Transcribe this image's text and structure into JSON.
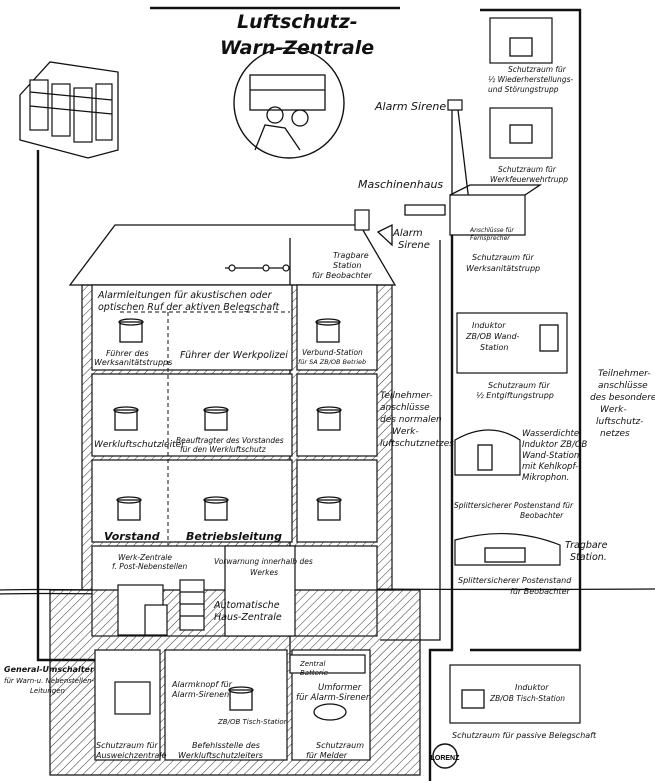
{
  "title": {
    "line1": "Luftschutz-",
    "line2": "Warn-Zentrale"
  },
  "outside": {
    "alarm_sirene_top": "Alarm Sirene",
    "maschinenhaus": "Maschinenhaus",
    "alarm_sirene_roof": [
      "Alarm",
      "Sirene"
    ],
    "anschluss": [
      "Anschlüsse für",
      "Fernsprecher"
    ],
    "werksanitaet": [
      "Schutzraum für",
      "Werksanitätstrupp"
    ]
  },
  "right_column": {
    "wiederherstellung": [
      "Schutzraum für",
      "½ Wiederherstellungs-",
      "und Störungstrupp"
    ],
    "werkfeuerwehr": [
      "Schutzraum für",
      "Werkfeuerwehrtrupp"
    ],
    "induktor_wand": [
      "Induktor",
      "ZB/OB Wand-",
      "Station"
    ],
    "entgiftung": [
      "Schutzraum für",
      "½ Entgiftungstrupp"
    ],
    "wasserdicht": [
      "Wasserdichte",
      "Induktor ZB/OB",
      "Wand-Station",
      "mit Kehlkopf-",
      "Mikrophon."
    ],
    "splitter1": [
      "Splittersicherer Postenstand für",
      "Beobachter"
    ],
    "tragbare": [
      "Tragbare",
      "Station."
    ],
    "splitter2": [
      "Splittersicherer Postenstand",
      "für Beobachter"
    ],
    "induktor_tisch": [
      "Induktor",
      "ZB/OB Tisch-Station"
    ],
    "passive": "Schutzraum für passive Belegschaft",
    "besonderen": [
      "Teilnehmer-",
      "anschlüsse",
      "des besonderen",
      "Werk-",
      "luftschutz-",
      "netzes"
    ]
  },
  "building": {
    "tragbare_station": [
      "Tragbare",
      "Station",
      "für Beobachter"
    ],
    "alarmleitungen": [
      "Alarmleitungen für akustischen oder",
      "optischen Ruf der aktiven Belegschaft"
    ],
    "fuehrer_werksanitaet": [
      "Führer des",
      "Werksanitätstrupps"
    ],
    "fuehrer_werkpolizei": "Führer der Werkpolizei",
    "verbund": [
      "Verbund-Station",
      "für SA ZB/OB Betrieb"
    ],
    "normalen": [
      "Teilnehmer-",
      "anschlüsse",
      "des normalen",
      "Werk-",
      "luftschutznetzes"
    ],
    "werkluftschutzleiter": "Werkluftschutzleiter",
    "beauftragter": [
      "Beauftragter des Vorstandes",
      "für den Werkluftschutz"
    ],
    "vorstand": "Vorstand",
    "betriebsleitung": "Betriebsleitung",
    "werk_zentrale": [
      "Werk-Zentrale",
      "f. Post-Nebenstellen"
    ],
    "vorwarnung": [
      "Vorwarnung innerhalb des",
      "Werkes"
    ],
    "automatische": [
      "Automatische",
      "Haus-Zentrale"
    ],
    "general_umschalter": [
      "General-Umschalter",
      "für Warn-u. Nebenstellen-",
      "Leitungen"
    ],
    "alarmknopf": [
      "Alarmknopf für",
      "Alarm-Sirenen"
    ],
    "tisch_station": "ZB/OB Tisch-Station",
    "zentral_batterie": [
      "Zentral",
      "Batterie"
    ],
    "umformer": [
      "Umformer",
      "für Alarm-Sirenen"
    ],
    "ausweich": [
      "Schutzraum für",
      "Ausweichzentrale"
    ],
    "befehlsstelle": [
      "Befehlsstelle des",
      "Werkluftschutzleiters"
    ],
    "melder": [
      "Schutzraum",
      "für Melder"
    ]
  },
  "logo": "LORENZ"
}
